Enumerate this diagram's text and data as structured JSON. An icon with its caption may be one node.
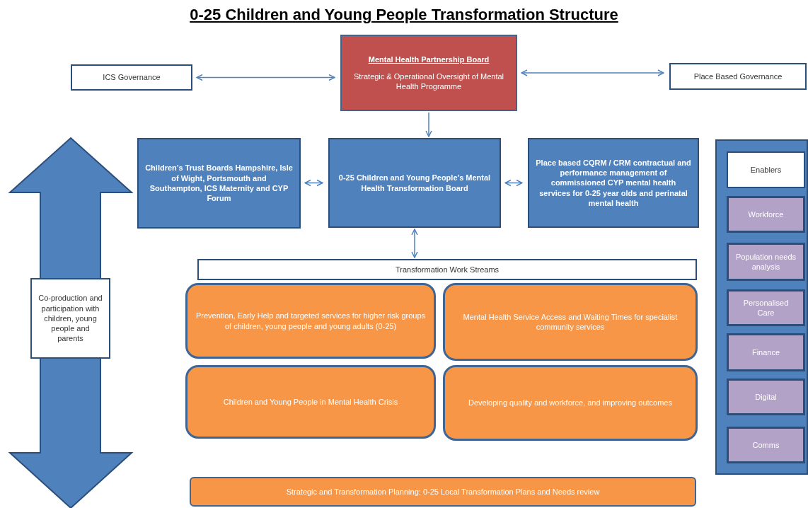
{
  "diagram": {
    "title": "0-25 Children and Young People Transformation Structure",
    "nodes": [
      {
        "text": [
          "Mental Health Partnership Board",
          "Strategic & Operational Oversight of Mental Health Programme"
        ]
      },
      {
        "text": [
          "ICS Governance"
        ]
      },
      {
        "text": [
          "Place Based Governance"
        ]
      },
      {
        "text": [
          "Children’s Trust Boards Hampshire, Isle of Wight, Portsmouth and Southampton, ICS Maternity and CYP Forum"
        ]
      },
      {
        "text": [
          "0-25 Children and Young People’s Mental Health Transformation Board"
        ]
      },
      {
        "text": [
          "Place based CQRM / CRM contractual and performance management of commissioned CYP mental health services for 0-25 year olds and perinatal mental health"
        ]
      },
      {
        "text": [
          "Transformation Work Streams"
        ]
      },
      {
        "text": [
          "Prevention, Early Help and targeted services  for higher risk groups of children, young people and young adults (0-25)"
        ]
      },
      {
        "text": [
          "Mental Health Service Access and Waiting Times for specialist community services"
        ]
      },
      {
        "text": [
          "Children  and Young People in Mental Health Crisis"
        ]
      },
      {
        "text": [
          "Developing quality and workforce, and  improving outcomes"
        ]
      },
      {
        "text": [
          "Strategic and Transformation Planning: 0-25 Local Transformation Plans and Needs review"
        ]
      },
      {
        "text": [],
        "shape": "box"
      },
      {
        "text": [
          "Enablers"
        ],
        "in": 12
      },
      {
        "text": [
          "Workforce"
        ],
        "in": 12
      },
      {
        "text": [
          "Population needs analysis"
        ],
        "in": 12
      },
      {
        "text": [
          "Personalised Care"
        ],
        "in": 12
      },
      {
        "text": [
          "Finance"
        ],
        "in": 12
      },
      {
        "text": [
          "Digital"
        ],
        "in": 12
      },
      {
        "text": [
          "Comms"
        ],
        "in": 12
      },
      {
        "text": [
          "Co-production and participation with children, young people and parents"
        ]
      }
    ],
    "edges": [
      {
        "from": 1,
        "to": 0,
        "arrow": "both"
      },
      {
        "from": 0,
        "to": 2,
        "arrow": "both"
      },
      {
        "from": 0,
        "to": 4,
        "arrow": "to"
      },
      {
        "from": 3,
        "to": 4,
        "arrow": "both"
      },
      {
        "from": 4,
        "to": 5,
        "arrow": "both"
      },
      {
        "from": 4,
        "to": 6,
        "arrow": "both"
      }
    ]
  }
}
